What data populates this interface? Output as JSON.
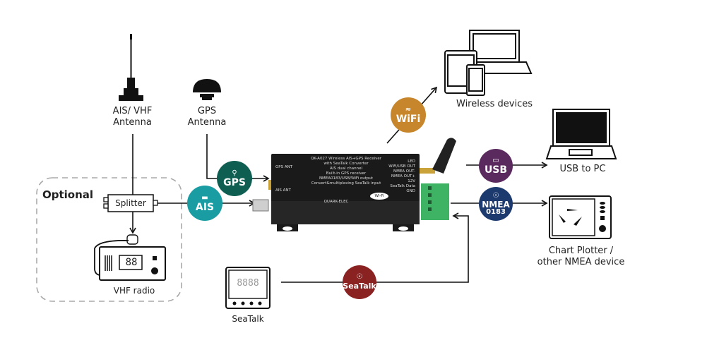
{
  "diagram": {
    "optional_group": {
      "label": "Optional"
    },
    "nodes": {
      "ais_vhf_antenna": {
        "line1": "AIS/ VHF",
        "line2": "Antenna"
      },
      "gps_antenna": {
        "line1": "GPS",
        "line2": "Antenna"
      },
      "splitter": {
        "label": "Splitter"
      },
      "vhf_radio": {
        "label": "VHF radio",
        "display": "88"
      },
      "seatalk_device": {
        "label": "SeaTalk",
        "display": "8888"
      },
      "wireless_devices": {
        "label": "Wireless devices"
      },
      "usb_pc": {
        "label": "USB to PC"
      },
      "chart_plotter": {
        "line1": "Chart Plotter /",
        "line2": "other NMEA device"
      }
    },
    "badges": {
      "gps": {
        "label": "GPS",
        "icon": "location-pin-icon",
        "color": "#0f5e52"
      },
      "ais": {
        "label": "AIS",
        "icon": "ship-icon",
        "color": "#1a9ca3"
      },
      "wifi": {
        "label": "WiFi",
        "icon": "wifi-icon",
        "color": "#c7862b"
      },
      "usb": {
        "label": "USB",
        "icon": "usb-icon",
        "color": "#5a2a5e"
      },
      "nmea": {
        "label": "NMEA",
        "sub": "0183",
        "icon": "target-icon",
        "color": "#1d3a6e"
      },
      "seatalk": {
        "label": "SeaTalk",
        "icon": "target-icon",
        "color": "#8a2222"
      }
    },
    "device": {
      "title": "QK-A027 Wireless AIS+GPS Receiver",
      "subtitle": "with SeaTalk Converter",
      "features": [
        "AIS dual channel",
        "Built-in GPS receiver",
        "NMEA0183/USB/WiFi output",
        "Convert&multiplexing SeaTalk input"
      ],
      "left_ports": [
        "GPS ANT",
        "AIS ANT"
      ],
      "right_ports": [
        "LED",
        "WiFi/USB OUT",
        "NMEA OUT-",
        "NMEA OUT+",
        "12V",
        "SeaTalk Data",
        "GND"
      ],
      "brand": "QUARK-ELEC",
      "badge": "Wi-Fi"
    }
  }
}
